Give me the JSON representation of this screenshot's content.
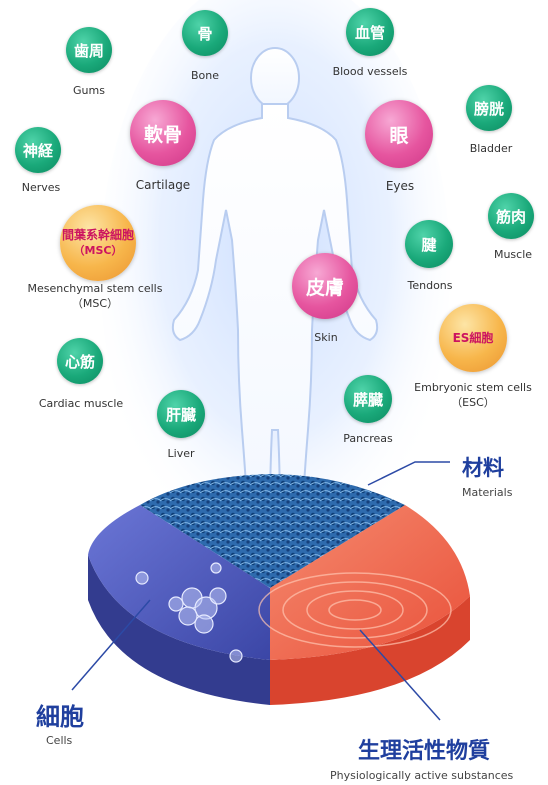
{
  "organs": {
    "gums": {
      "jp": "歯周",
      "en": "Gums"
    },
    "bone": {
      "jp": "骨",
      "en": "Bone"
    },
    "blood_vessels": {
      "jp": "血管",
      "en": "Blood vessels"
    },
    "bladder": {
      "jp": "膀胱",
      "en": "Bladder"
    },
    "cartilage": {
      "jp": "軟骨",
      "en": "Cartilage"
    },
    "eyes": {
      "jp": "眼",
      "en": "Eyes"
    },
    "nerves": {
      "jp": "神経",
      "en": "Nerves"
    },
    "muscle": {
      "jp": "筋肉",
      "en": "Muscle"
    },
    "tendons": {
      "jp": "腱",
      "en": "Tendons"
    },
    "skin": {
      "jp": "皮膚",
      "en": "Skin"
    },
    "cardiac_muscle": {
      "jp": "心筋",
      "en": "Cardiac muscle"
    },
    "liver": {
      "jp": "肝臓",
      "en": "Liver"
    },
    "pancreas": {
      "jp": "膵臓",
      "en": "Pancreas"
    }
  },
  "stem_cells": {
    "msc": {
      "jp": "間葉系幹細胞",
      "abbr": "（MSC）",
      "en_line1": "Mesenchymal stem cells",
      "en_line2": "（MSC）"
    },
    "esc": {
      "jp": "ES細胞",
      "en_line1": "Embryonic stem cells",
      "en_line2": "（ESC）"
    }
  },
  "components": {
    "materials": {
      "jp": "材料",
      "en": "Materials"
    },
    "cells": {
      "jp": "細胞",
      "en": "Cells"
    },
    "substances": {
      "jp": "生理活性物質",
      "en": "Physiologically active substances"
    }
  },
  "colors": {
    "green": "#1aa97a",
    "pink": "#e6559f",
    "orange": "#f7b64b",
    "cells_blue": "#4a55b5",
    "substance_red": "#ee5f45",
    "materials_blue": "#2f6fb0",
    "label_blue": "#1f3f9e"
  }
}
